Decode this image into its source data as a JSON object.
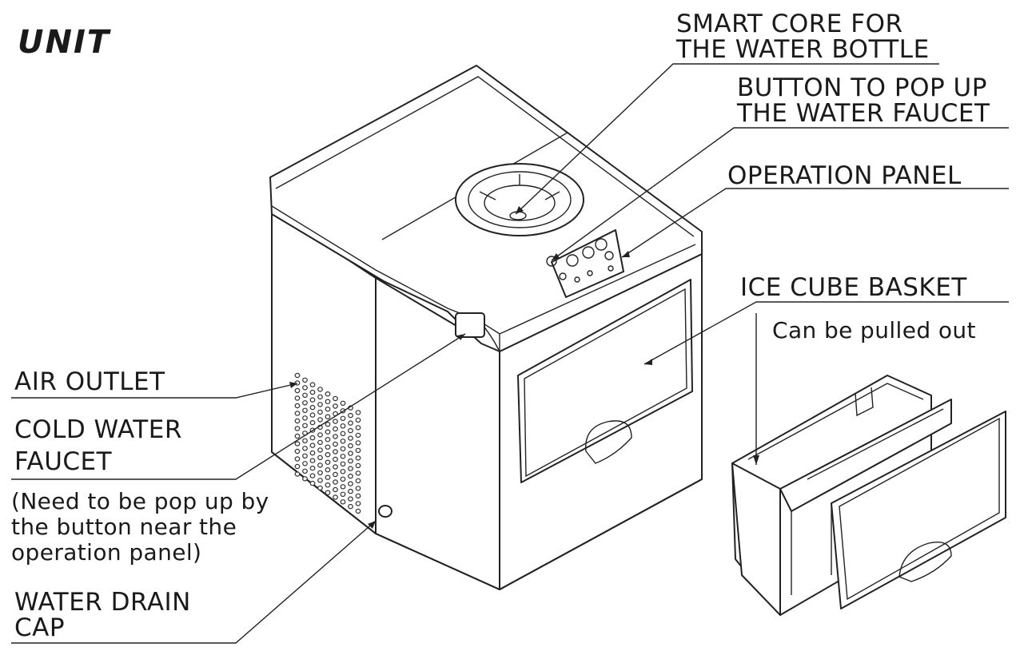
{
  "heading": "UNIT",
  "labels": {
    "smart_core": [
      "SMART CORE FOR",
      "THE WATER BOTTLE"
    ],
    "pop_button": [
      "BUTTON TO POP UP",
      "THE WATER FAUCET"
    ],
    "operation_panel": "OPERATION PANEL",
    "ice_basket": "ICE CUBE BASKET",
    "ice_basket_note": "Can be pulled out",
    "air_outlet": "AIR OUTLET",
    "cold_water": [
      "COLD WATER",
      "FAUCET"
    ],
    "cold_water_note": [
      "(Need to be pop up by",
      "the button near the",
      "operation panel)"
    ],
    "drain_cap": [
      "WATER DRAIN",
      "CAP"
    ]
  }
}
